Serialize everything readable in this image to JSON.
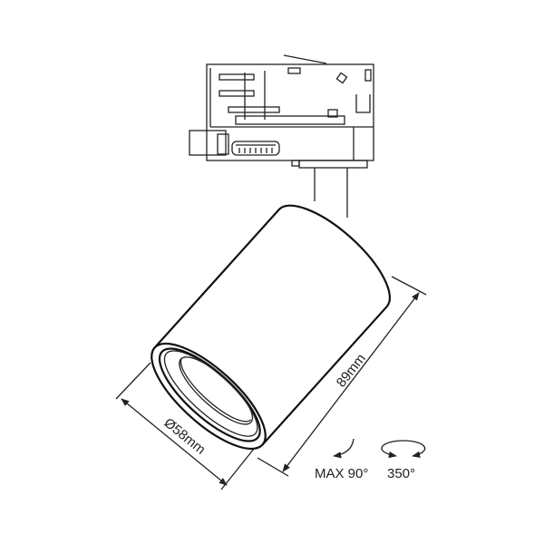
{
  "dimensions": {
    "length": "89mm",
    "diameter": "Ø58mm"
  },
  "rotation": {
    "tilt": "MAX 90°",
    "rotate": "350°"
  },
  "colors": {
    "line": "#222222",
    "background": "#ffffff"
  }
}
